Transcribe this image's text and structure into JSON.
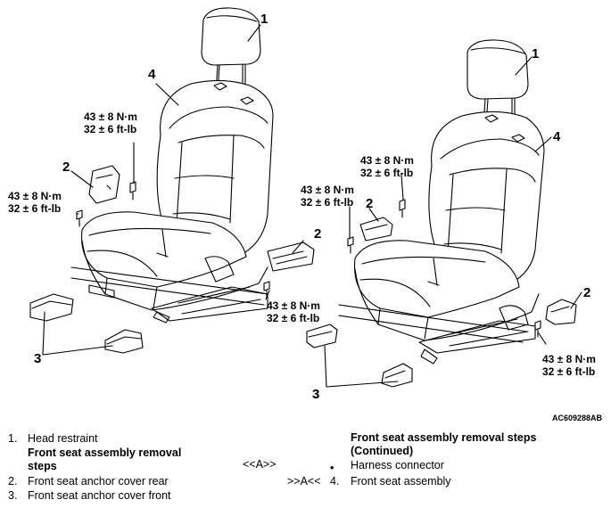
{
  "torque_labels": [
    {
      "line1": "43 ± 8 N·m",
      "line2": "32 ± 6 ft-lb"
    },
    {
      "line1": "43 ± 8 N·m",
      "line2": "32 ± 6 ft-lb"
    },
    {
      "line1": "43 ± 8 N·m",
      "line2": "32 ± 6 ft-lb"
    },
    {
      "line1": "43 ± 8 N·m",
      "line2": "32 ± 6 ft-lb"
    },
    {
      "line1": "43 ± 8 N·m",
      "line2": "32 ± 6 ft-lb"
    },
    {
      "line1": "43 ± 8 N·m",
      "line2": "32 ± 6 ft-lb"
    }
  ],
  "callouts": {
    "left_1": "1",
    "left_2": "2",
    "left_3": "3",
    "left_4": "4",
    "left_2b": "2",
    "right_1": "1",
    "right_2": "2",
    "right_3": "3",
    "right_4": "4",
    "right_2b": "2"
  },
  "figure_id": "AC609288AB",
  "legend": {
    "left": {
      "item1_num": "1.",
      "item1_text": "Head restraint",
      "heading_line1": "Front seat assembly removal",
      "heading_line2": "steps",
      "item2_num": "2.",
      "item2_text": "Front seat anchor cover rear",
      "item3_num": "3.",
      "item3_text": "Front seat anchor cover front"
    },
    "middle": {
      "ref_a": "<<A>>",
      "bullet": "•",
      "ref_a2": ">>A<<",
      "item4_num": "4."
    },
    "right": {
      "heading_line1": "Front seat assembly removal steps",
      "heading_line2": "(Continued)",
      "item_harness": "Harness connector",
      "item4_text": "Front seat assembly"
    }
  }
}
